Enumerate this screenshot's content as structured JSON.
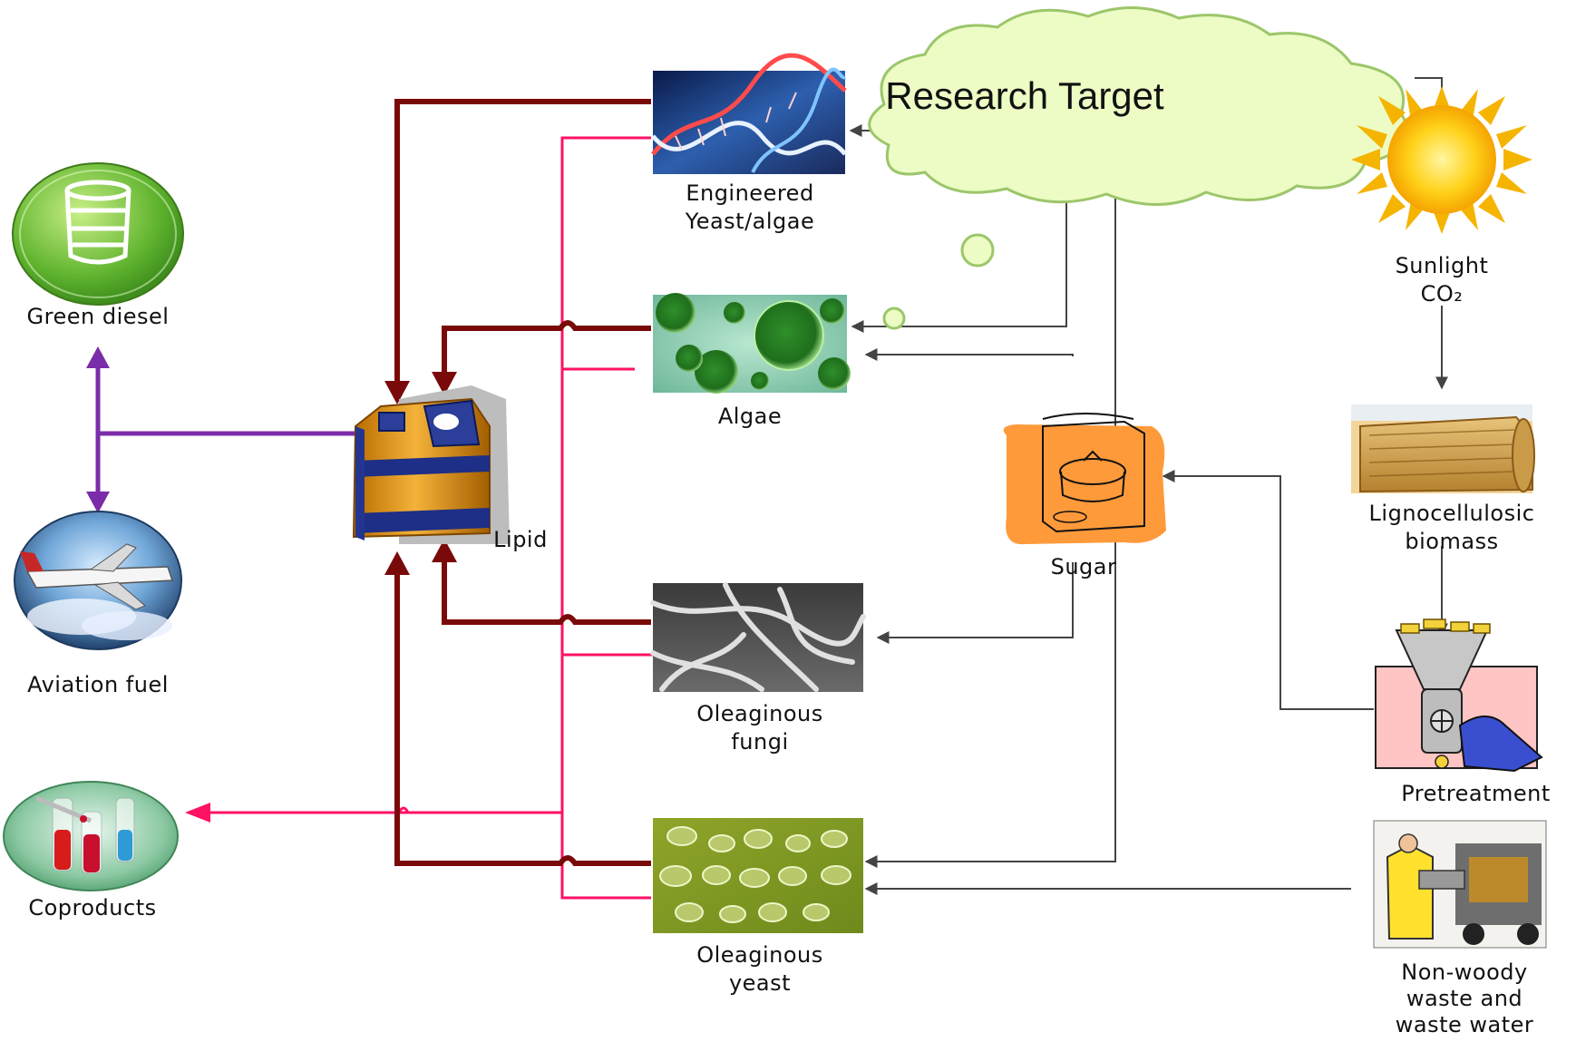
{
  "cloud": {
    "title": "Research Target"
  },
  "labels": {
    "engineered": [
      "Engineered",
      "Yeast/algae"
    ],
    "algae": "Algae",
    "fungi": [
      "Oleaginous",
      "fungi"
    ],
    "yeast": [
      "Oleaginous",
      "yeast"
    ],
    "lipid": "Lipid",
    "sugar": "Sugar",
    "green_diesel": "Green diesel",
    "aviation_fuel": "Aviation fuel",
    "coproducts": "Coproducts",
    "sunlight": [
      "Sunlight",
      "CO₂"
    ],
    "lignocellulosic": [
      "Lignocellulosic",
      "biomass"
    ],
    "pretreatment": "Pretreatment",
    "waste": [
      "Non-woody",
      "waste and",
      "waste water"
    ]
  },
  "colors": {
    "lipid_flow": "#7a0a0a",
    "coproduct_flow": "#ff1166",
    "fuel_flow": "#7b2ca8",
    "feed_flow": "#444444",
    "cloud_fill": "#ecfcc4",
    "cloud_stroke": "#9cc66a"
  }
}
